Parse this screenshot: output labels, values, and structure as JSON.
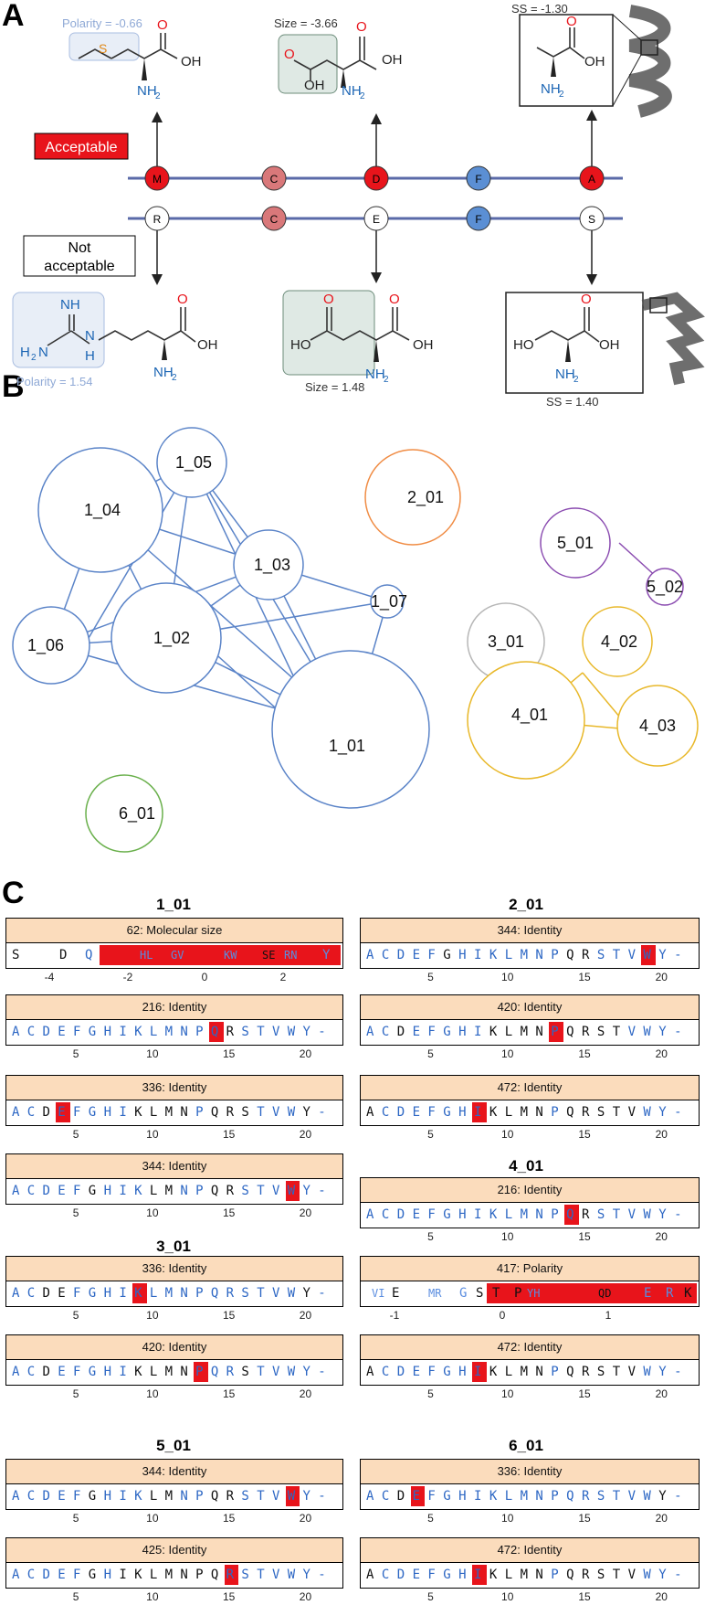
{
  "panels": {
    "a": "A",
    "b": "B",
    "c": "C"
  },
  "panel_a": {
    "acceptable_label": "Acceptable",
    "not_acceptable_line1": "Not",
    "not_acceptable_line2": "acceptable",
    "top_residues": [
      "M",
      "C",
      "D",
      "F",
      "A"
    ],
    "bottom_residues": [
      "R",
      "C",
      "E",
      "F",
      "S"
    ],
    "labels": {
      "met": "Polarity = -0.66",
      "asp": "Size = -3.66",
      "ala": "SS = -1.30",
      "arg": "Polarity = 1.54",
      "glu": "Size = 1.48",
      "ser": "SS = 1.40"
    },
    "atoms": {
      "S": "S",
      "O": "O",
      "OH": "OH",
      "NH2": "NH",
      "sub2": "2",
      "NH": "NH",
      "HO": "HO",
      "H": "H",
      "N": "N",
      "H2N": "H"
    }
  },
  "panel_b": {
    "nodes": [
      "1_01",
      "1_02",
      "1_03",
      "1_04",
      "1_05",
      "1_06",
      "1_07",
      "2_01",
      "3_01",
      "4_01",
      "4_02",
      "4_03",
      "5_01",
      "5_02",
      "6_01"
    ]
  },
  "panel_c": {
    "group_titles": [
      "1_01",
      "2_01",
      "4_01",
      "3_01",
      "5_01",
      "6_01"
    ],
    "alphabet": [
      "A",
      "C",
      "D",
      "E",
      "F",
      "G",
      "H",
      "I",
      "K",
      "L",
      "M",
      "N",
      "P",
      "Q",
      "R",
      "S",
      "T",
      "V",
      "W",
      "Y",
      "-"
    ],
    "headers": [
      "62: Molecular size",
      "216: Identity",
      "336: Identity",
      "344: Identity",
      "336: Identity",
      "420: Identity",
      "344: Identity",
      "425: Identity",
      "344: Identity",
      "420: Identity",
      "472: Identity",
      "216: Identity",
      "417: Polarity",
      "472: Identity",
      "336: Identity",
      "472: Identity"
    ],
    "tick_labels_identity": [
      "5",
      "10",
      "15",
      "20"
    ],
    "tick_labels_size": [
      "-4",
      "-2",
      "0",
      "2"
    ],
    "tick_labels_polarity": [
      "-1",
      "0",
      "1"
    ],
    "size_row": {
      "left": [
        "S",
        "D",
        "Q"
      ],
      "mid": [
        "HL",
        "GV",
        "KW",
        "SE",
        "RN",
        "Y"
      ]
    },
    "polarity_row": {
      "left": [
        "VI",
        "E",
        "MR",
        "G",
        "S"
      ],
      "mid": [
        "T",
        "P",
        "YH",
        "QD",
        "E",
        "R",
        "K"
      ]
    }
  }
}
